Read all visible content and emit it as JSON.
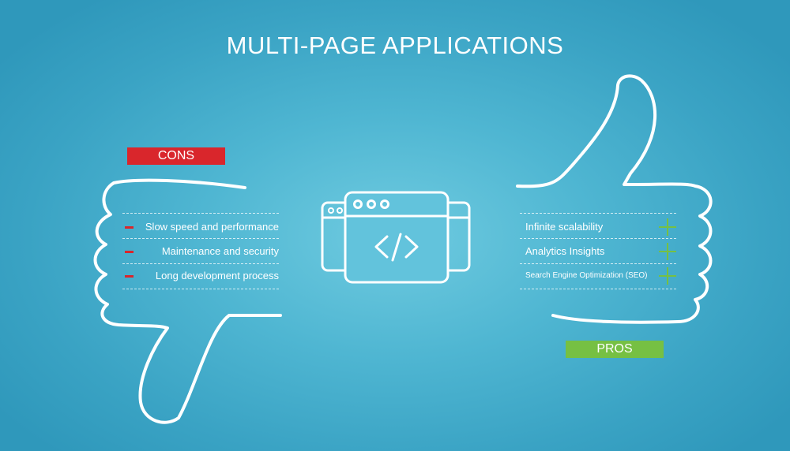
{
  "title": "MULTI-PAGE APPLICATIONS",
  "cons": {
    "label": "CONS",
    "color": "#d9262c",
    "items": [
      "Slow speed and performance",
      "Maintenance and security",
      "Long development process"
    ]
  },
  "pros": {
    "label": "PROS",
    "color": "#76c043",
    "items": [
      "Infinite scalability",
      "Analytics Insights",
      "Search Engine Optimization (SEO)"
    ]
  },
  "center_icon": "browser-windows-code-icon",
  "icons": {
    "cons_marker": "minus-icon",
    "pros_marker": "plus-icon",
    "left_hand": "thumbs-down-outline",
    "right_hand": "thumbs-up-outline"
  }
}
